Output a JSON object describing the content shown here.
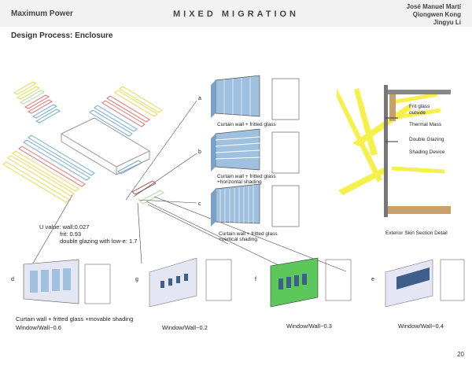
{
  "header": {
    "left_title": "Maximum Power",
    "center_title": "MIXED MIGRATION",
    "authors": [
      "José Manuel Martí",
      "Qiongwen Kong",
      "Jingyu Li"
    ]
  },
  "subtitle": "Design Process: Enclosure",
  "variants": {
    "a": {
      "letter": "a",
      "caption": "Curtain wall + fritted glass"
    },
    "b": {
      "letter": "b",
      "caption_1": "Curtain wall + fritted glass",
      "caption_2": "+horizontal shading"
    },
    "c": {
      "letter": "c",
      "caption_1": "Curtain wall + fritted glass",
      "caption_2": "+vertical shading"
    }
  },
  "section": {
    "labels": [
      "Frit glass",
      "outside",
      "Thermal Mass",
      "Double Glazing",
      "Shading Device"
    ],
    "caption": "Exterior Skin Section Detail"
  },
  "u_value": {
    "line1": "U value: wall:0.027",
    "line2": "frit: 0.93",
    "line3": "double glazing with low-e: 1.7"
  },
  "bottom": {
    "d": {
      "letter": "d",
      "caption_1": "Curtain wall + fritted glass +movable shading",
      "caption_2": "Window/Wall~0.6"
    },
    "g": {
      "letter": "g",
      "caption": "Window/Wall~0.2"
    },
    "f": {
      "letter": "f",
      "caption": "Window/Wall~0.3"
    },
    "e": {
      "letter": "e",
      "caption": "Window/Wall~0.4"
    }
  },
  "page_number": "20",
  "colors": {
    "glass_blue": "#9fc0de",
    "green_panel": "#5cc85c",
    "sun_yellow": "#f5f04a",
    "panel_lavender": "#e4e6f4"
  }
}
